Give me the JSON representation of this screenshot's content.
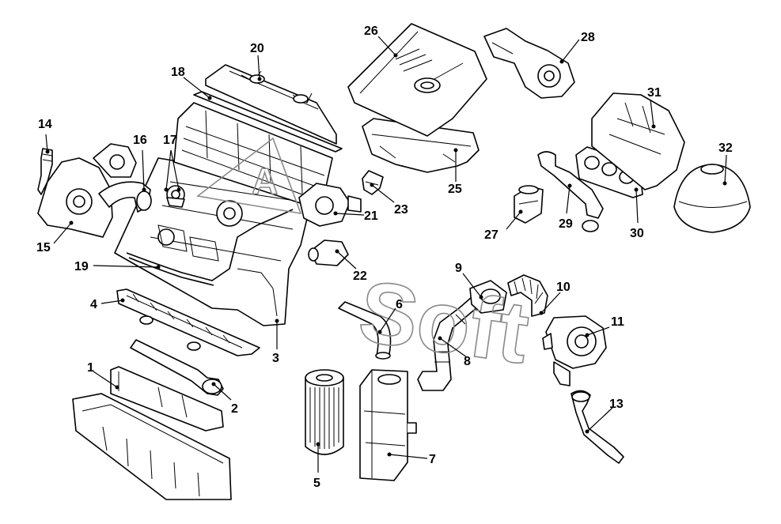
{
  "callouts": [
    {
      "id": "1",
      "label": "1"
    },
    {
      "id": "2",
      "label": "2"
    },
    {
      "id": "3",
      "label": "3"
    },
    {
      "id": "4",
      "label": "4"
    },
    {
      "id": "5",
      "label": "5"
    },
    {
      "id": "6",
      "label": "6"
    },
    {
      "id": "7",
      "label": "7"
    },
    {
      "id": "8",
      "label": "8"
    },
    {
      "id": "9",
      "label": "9"
    },
    {
      "id": "10",
      "label": "10"
    },
    {
      "id": "11",
      "label": "11"
    },
    {
      "id": "13",
      "label": "13"
    },
    {
      "id": "14",
      "label": "14"
    },
    {
      "id": "15",
      "label": "15"
    },
    {
      "id": "16",
      "label": "16"
    },
    {
      "id": "17",
      "label": "17"
    },
    {
      "id": "18",
      "label": "18"
    },
    {
      "id": "19",
      "label": "19"
    },
    {
      "id": "20",
      "label": "20"
    },
    {
      "id": "21",
      "label": "21"
    },
    {
      "id": "22",
      "label": "22"
    },
    {
      "id": "23",
      "label": "23"
    },
    {
      "id": "25",
      "label": "25"
    },
    {
      "id": "26",
      "label": "26"
    },
    {
      "id": "27",
      "label": "27"
    },
    {
      "id": "28",
      "label": "28"
    },
    {
      "id": "29",
      "label": "29"
    },
    {
      "id": "30",
      "label": "30"
    },
    {
      "id": "31",
      "label": "31"
    },
    {
      "id": "32",
      "label": "32"
    }
  ],
  "watermark": {
    "text": "Soft",
    "logo_letter": "A",
    "color": "#8a8a8a"
  },
  "colors": {
    "line": "#000000",
    "background": "#ffffff"
  }
}
